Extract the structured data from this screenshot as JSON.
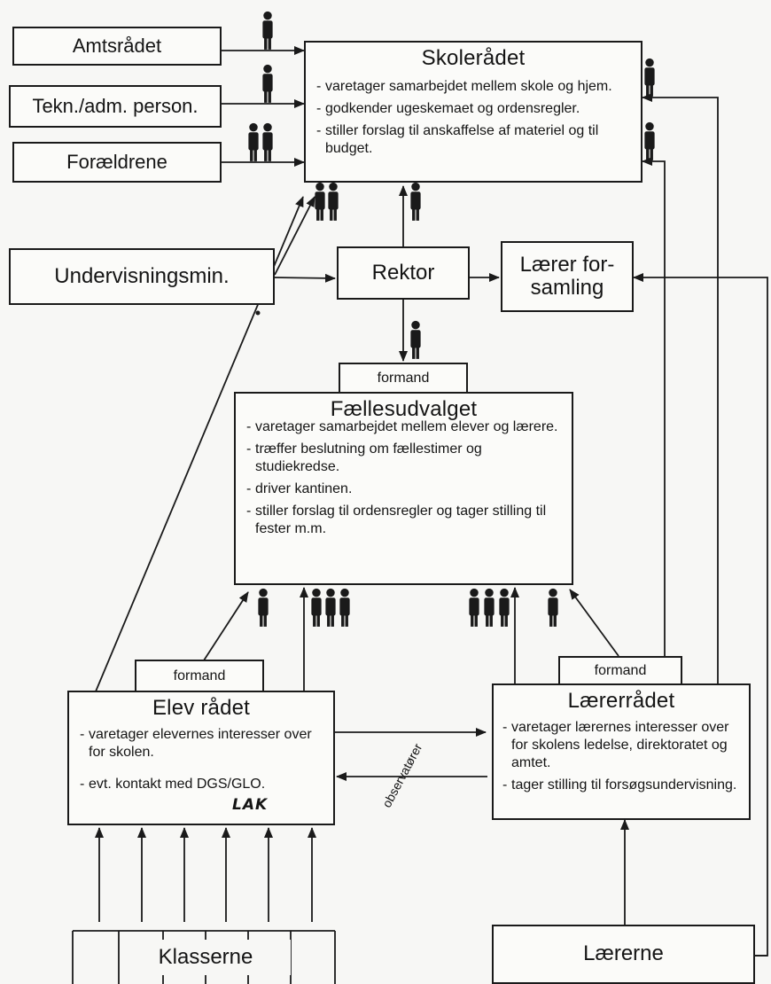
{
  "left_boxes": {
    "amtsraadet": "Amtsrådet",
    "tekn": "Tekn./adm. person.",
    "foraeldrene": "Forældrene",
    "undervisningsmin": "Undervisningsmin."
  },
  "skoleraadet": {
    "title": "Skolerådet",
    "items": [
      "varetager samarbejdet mellem skole og hjem.",
      "godkender ugeskemaet og ordensregler.",
      "stiller forslag til anskaffelse af materiel og til budget."
    ]
  },
  "rektor": "Rektor",
  "laererforsamling": "Lærerforsamling",
  "laererforsamling_lines": [
    "Lærer for-",
    "samling"
  ],
  "faellesudvalget": {
    "tab": "formand",
    "title": "Fællesudvalget",
    "items": [
      "varetager samarbejdet mellem elever og lærere.",
      "træffer beslutning om fællestimer og studiekredse.",
      "driver kantinen.",
      "stiller forslag til ordensregler og tager stilling til fester m.m."
    ]
  },
  "elevraadet": {
    "tab": "formand",
    "title": "Elev rådet",
    "items": [
      "varetager elevernes interesser over for skolen.",
      "evt. kontakt med DGS/GLO."
    ],
    "handwritten": "LAK"
  },
  "laereraadet": {
    "tab": "formand",
    "title": "Lærerrådet",
    "items": [
      "varetager lærernes interesser over for skolens ledelse, direktoratet og amtet.",
      "tager stilling til forsøgsundervisning."
    ]
  },
  "observatorer": "observatører",
  "klasserne": "Klasserne",
  "laererne": "Lærerne",
  "icons": {
    "person": "person-figure-icon",
    "arrow": "arrowhead-icon"
  },
  "colors": {
    "ink": "#1a1a1a",
    "paper": "#f7f7f5"
  }
}
